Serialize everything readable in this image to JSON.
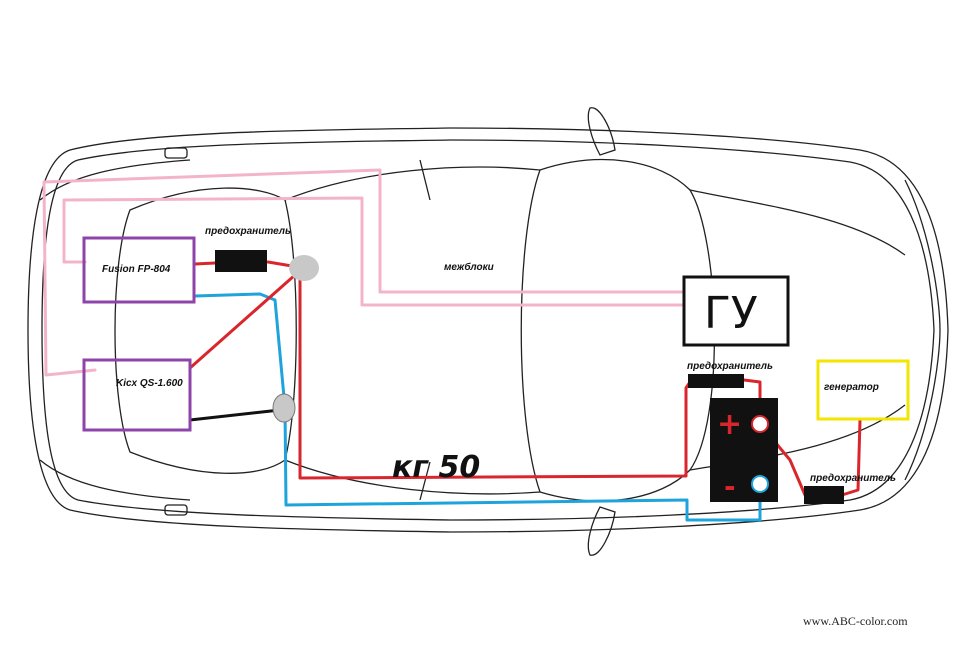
{
  "colors": {
    "pink": "#f4b4c8",
    "red": "#d9262c",
    "blue": "#1ea3dc",
    "black": "#111111",
    "purple": "#8e44a8",
    "yellow": "#f2e600",
    "gray": "#c8c8c8"
  },
  "labels": {
    "amp1": "Fusion FP-804",
    "amp2": "Kicx QS-1.600",
    "fuse_top": "предохранитель",
    "fuse_battery": "предохранитель",
    "fuse_generator": "предохранитель",
    "interconnect": "межблоки",
    "head_unit": "ГУ",
    "generator": "генератор",
    "cable": "кг 50",
    "battery_plus": "+",
    "battery_minus": "-",
    "watermark": "www.ABC-color.com"
  }
}
